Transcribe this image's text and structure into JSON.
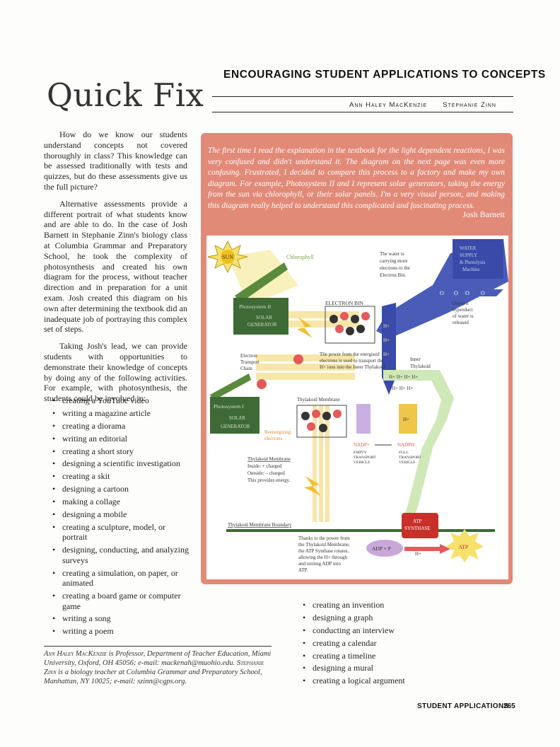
{
  "header": {
    "section_title": "ENCOURAGING STUDENT APPLICATIONS TO CONCEPTS",
    "department": "Quick Fix",
    "author1": "Ann Haley MacKenzie",
    "author2": "Stephanie Zinn"
  },
  "intro": [
    "How do we know our students understand concepts not covered thoroughly in class? This knowledge can be assessed traditionally with tests and quizzes, but do these assessments give us the full picture?",
    "Alternative assessments provide a different portrait of what students know and are able to do. In the case of Josh Barnett in Stephanie Zinn's biology class at Columbia Grammar and Preparatory School, he took the complexity of photosynthesis and created his own diagram for the process, without teacher direction and in preparation for a unit exam. Josh created this diagram on his own after determining the textbook did an inadequate job of portraying this complex set of steps.",
    "Taking Josh's lead, we can provide students with opportunities to demonstrate their knowledge of concepts by doing any of the following activities. For example, with photosynthesis, the students could be involved in:"
  ],
  "activities_left": [
    "creating a YouTube video",
    "writing a magazine article",
    "creating a diorama",
    "writing an editorial",
    "creating a short story",
    "designing a scientific investigation",
    "creating a skit",
    "designing a cartoon",
    "making a collage",
    "designing a mobile",
    "creating a sculpture, model, or portrait",
    "designing, conducting, and analyzing surveys",
    "creating a simulation, on paper, or animated",
    "creating a board game or computer game",
    "writing a song",
    "writing a poem"
  ],
  "activities_right": [
    "creating an invention",
    "designing a graph",
    "conducting an interview",
    "creating a calendar",
    "creating a timeline",
    "designing a mural",
    "creating a logical argument"
  ],
  "footnote": {
    "author1_name": "Ann Haley MacKenzie",
    "author1_text": " is Professor, Department of Teacher Education, Miami University, Oxford, OH 45056; e-mail: ",
    "author1_email": "mackenah@muohio.edu",
    "author2_name": "Stephanie Zinn",
    "author2_text": " is a biology teacher at Columbia Grammar and Preparatory School, Manhattan, NY 10025; e-mail: ",
    "author2_email": "szinn@cgps.org"
  },
  "quote": {
    "text": "The first time I read the explanation in the textbook for the light dependent reactions, I was very confused and didn't understand it. The diagram on the next page was even more confusing. Frustrated, I decided to compare this process to a factory and make my own diagram. For example, Photosystem II and I represent solar generators, taking the energy from the sun via chlorophyll, or their solar panels. I'm a very visual person, and making this diagram really helped to understand this complicated and fascinating process.",
    "author": "Josh Barnett"
  },
  "diagram": {
    "sun": "SUN",
    "chlorophyll": "Chlorophyll",
    "ps2": "Photosystem II",
    "ps2_sub1": "SOLAR",
    "ps2_sub2": "GENERATOR",
    "electron_bin": "ELECTRON BIN",
    "water_note1": "The water is",
    "water_note2": "carrying more",
    "water_note3": "electrons to the",
    "water_note4": "Electron Bin.",
    "water_supply1": "WATER",
    "water_supply2": "SUPPLY",
    "water_supply3": "& Photolysis",
    "water_supply4": "Machine",
    "oxygen1": "Oxygen",
    "oxygen2": "byproduct",
    "oxygen3": "of water is",
    "oxygen4": "released",
    "etc1": "Electron",
    "etc2": "Transport",
    "etc3": "Chain",
    "power1": "The power from the energized",
    "power2": "electrons is used to transport the",
    "power3": "H+ ions into the Inner Thylakoid.",
    "inner1": "Inner",
    "inner2": "Thylakoid",
    "membrane_top": "Thylakoid Membrane",
    "ps1": "Photosystem I",
    "ps1_sub1": "SOLAR",
    "ps1_sub2": "GENERATOR",
    "reenergizing1": "Reenergizing",
    "reenergizing2": "electrons",
    "nadp": "NADP+",
    "nadph": "NADPH",
    "empty1": "EMPTY",
    "empty2": "TRANSPORT",
    "empty3": "VEHICLE",
    "full1": "FULL",
    "full2": "TRANSPORT",
    "full3": "VEHICLE",
    "membrane_note1": "Thylakoid Membrane",
    "membrane_note2": "Inside: + charged",
    "membrane_note3": "Outside: – charged",
    "membrane_note4": "This provides energy.",
    "boundary": "Thylakoid Membrane Boundary",
    "atp_synthase1": "ATP",
    "atp_synthase2": "SYNTHASE",
    "synth_note1": "Thanks to the power from",
    "synth_note2": "the Thylakoid Membrane,",
    "synth_note3": "the ATP Synthase rotates,",
    "synth_note4": "allowing the H+ through",
    "synth_note5": "and turning ADP into",
    "synth_note6": "ATP.",
    "adp": "ADP + P",
    "atp": "ATP",
    "hplus": "H+",
    "hcluster1": "H+  H+  H+  H+",
    "hcluster2": "H+  H+    H+",
    "o_label": "O"
  },
  "footer": {
    "label": "STUDENT APPLICATIONS",
    "page": "265"
  },
  "colors": {
    "panel": "#e28a78",
    "water_blue": "#4a5cb8",
    "ps_green": "#3f7a3c",
    "yellow_beam": "#f4e6a0",
    "atp_red": "#c8302a"
  }
}
